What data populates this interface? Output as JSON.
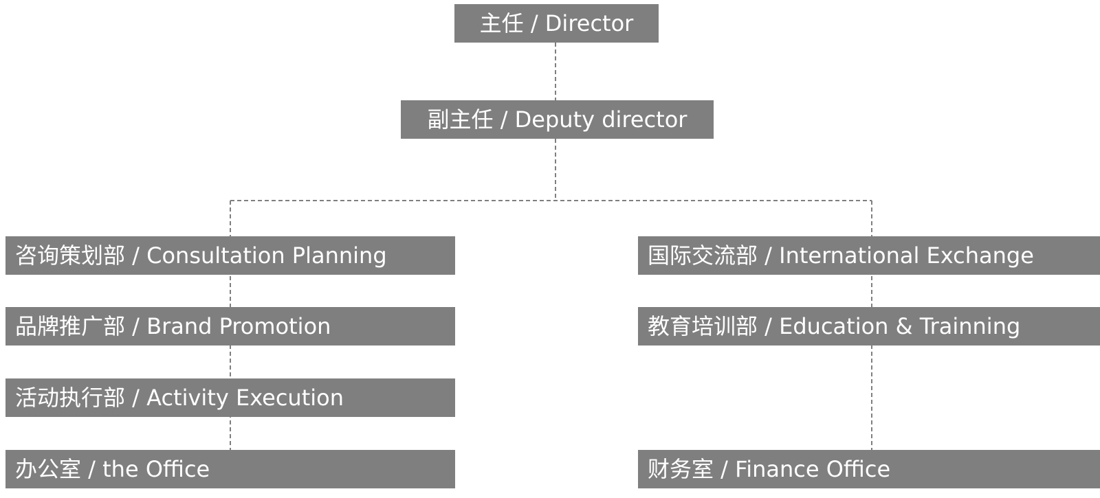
{
  "org_chart": {
    "line_color": "#7f7f7f",
    "box_color": "#7f7f7f",
    "text_color": "#ffffff",
    "director": {
      "label": "主任 / Director"
    },
    "deputy": {
      "label": "副主任 / Deputy director"
    },
    "left_departments": [
      {
        "label": "咨询策划部 / Consultation Planning"
      },
      {
        "label": "品牌推广部 / Brand Promotion"
      },
      {
        "label": "活动执行部 / Activity Execution"
      },
      {
        "label": "办公室 / the Office"
      }
    ],
    "right_departments": [
      {
        "label": "国际交流部 / International Exchange"
      },
      {
        "label": "教育培训部 / Education & Trainning"
      },
      {
        "label": "财务室 / Finance Office"
      }
    ]
  }
}
